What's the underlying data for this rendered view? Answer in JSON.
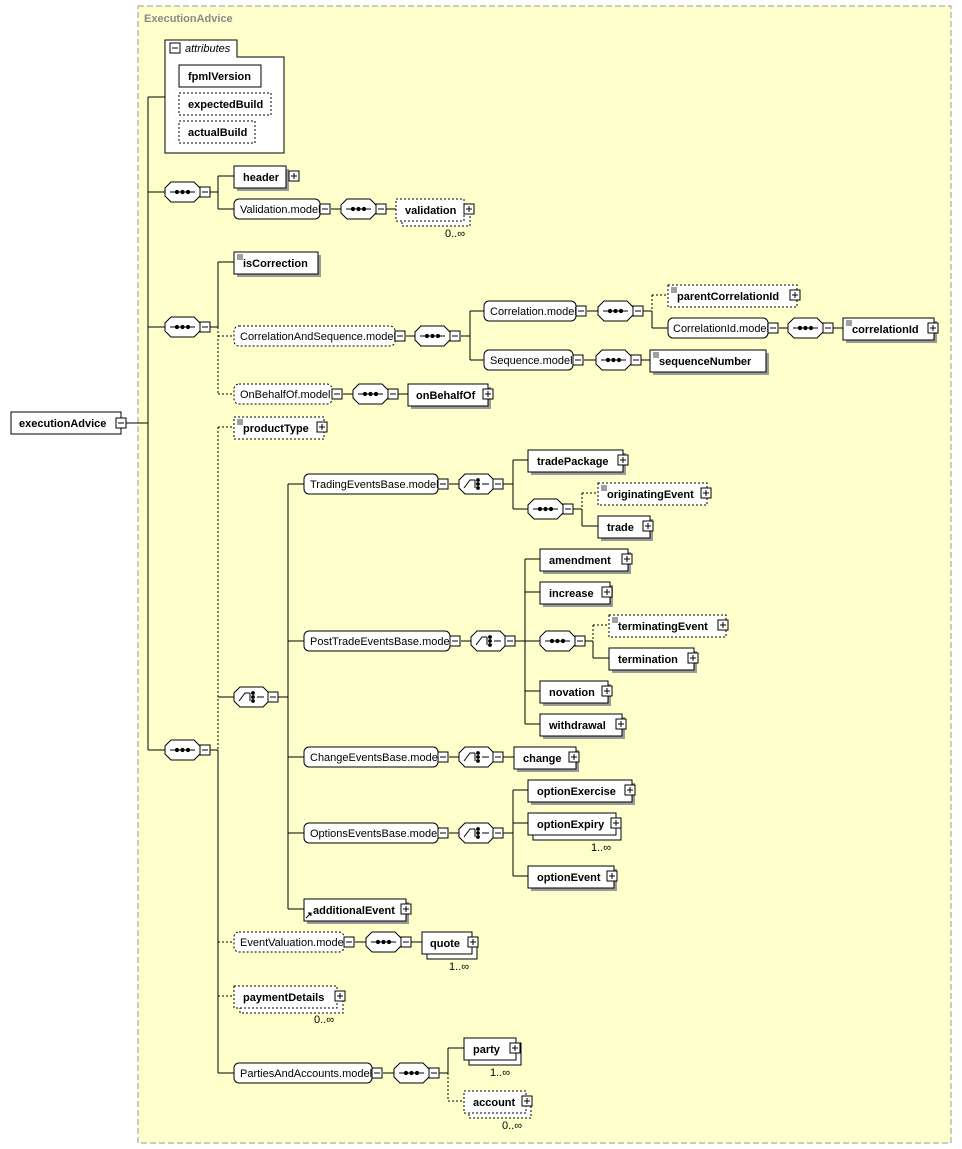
{
  "title": "ExecutionAdvice",
  "root": "executionAdvice",
  "attributes": {
    "heading": "attributes",
    "items": [
      "fpmlVersion",
      "expectedBuild",
      "actualBuild"
    ]
  },
  "nodes": {
    "header": "header",
    "validation_model": "Validation.model",
    "validation": "validation",
    "validation_card": "0..∞",
    "isCorrection": "isCorrection",
    "corr_seq_model": "CorrelationAndSequence.model",
    "correlation_model": "Correlation.model",
    "parentCorrelationId": "parentCorrelationId",
    "correlationId_model": "CorrelationId.model",
    "correlationId": "correlationId",
    "sequence_model": "Sequence.model",
    "sequenceNumber": "sequenceNumber",
    "onBehalfOf_model": "OnBehalfOf.model",
    "onBehalfOf": "onBehalfOf",
    "productType": "productType",
    "trading_model": "TradingEventsBase.model",
    "tradePackage": "tradePackage",
    "originatingEvent": "originatingEvent",
    "trade": "trade",
    "posttrade_model": "PostTradeEventsBase.model",
    "amendment": "amendment",
    "increase": "increase",
    "terminatingEvent": "terminatingEvent",
    "termination": "termination",
    "novation": "novation",
    "withdrawal": "withdrawal",
    "change_model": "ChangeEventsBase.model",
    "change": "change",
    "options_model": "OptionsEventsBase.model",
    "optionExercise": "optionExercise",
    "optionExpiry": "optionExpiry",
    "optionExpiry_card": "1..∞",
    "optionEvent": "optionEvent",
    "additionalEvent": "additionalEvent",
    "eventValuation_model": "EventValuation.model",
    "quote": "quote",
    "quote_card": "1..∞",
    "paymentDetails": "paymentDetails",
    "paymentDetails_card": "0..∞",
    "parties_model": "PartiesAndAccounts.model",
    "party": "party",
    "party_card": "1..∞",
    "account": "account",
    "account_card": "0..∞"
  },
  "colors": {
    "background": "#ffffcc",
    "frame": "#9a9a9a",
    "node_fill": "#ffffff",
    "line": "#000000"
  }
}
